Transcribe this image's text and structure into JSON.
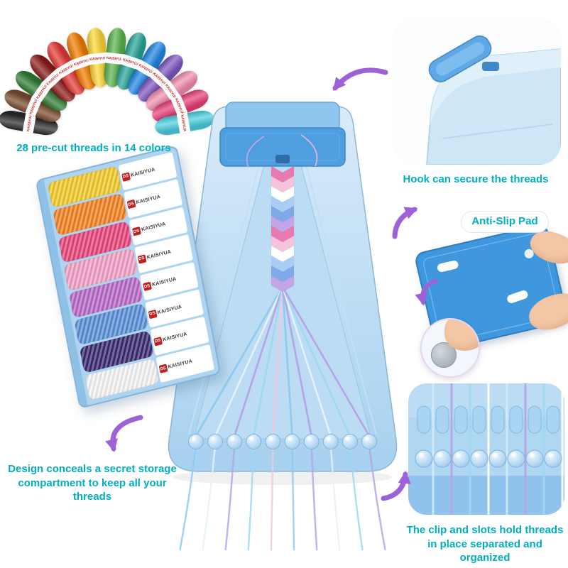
{
  "captions": {
    "threads": "28 pre-cut threads in 14 colors",
    "hook": "Hook can secure the threads",
    "antislip": "Anti-Slip Pad",
    "storage": "Design conceals a secret storage compartment to keep all your threads",
    "clip": "The clip and slots hold threads in place separated and organized"
  },
  "brand": {
    "label": "KAISIYUA",
    "logo": "DS"
  },
  "icons": {
    "arrow": "curved-arrow",
    "arrow_color": "#9d62d8"
  },
  "colors": {
    "caption_text": "#00aec0",
    "arrow": "#9d62d8",
    "board_light": "#d4e9f8",
    "board_deep": "#abd4f0",
    "clip_blue": "#4f9fe0",
    "peg": "#aed7f3",
    "back_board": "#3f97dd",
    "tray": "#aed4ef"
  },
  "fan": {
    "count": 14,
    "colors": [
      "#2b2b2b",
      "#7a4a2f",
      "#2e7d32",
      "#8e1b1b",
      "#e53935",
      "#f57c00",
      "#fdd835",
      "#58b44c",
      "#26a69a",
      "#1e88e5",
      "#7e57c2",
      "#f48fb1",
      "#ec407a",
      "#4dd0e1"
    ]
  },
  "drawer": {
    "threads": [
      "#f2ca28",
      "#f58220",
      "#e8447a",
      "#f2a0c4",
      "#b868c8",
      "#5a8fd8",
      "#3a2a72",
      "#f4f4f4"
    ]
  },
  "board": {
    "peg_count": 10,
    "thread_colors": [
      "#8ec9f0",
      "#e4f2fb",
      "#b5a4e6",
      "#9fd8f0",
      "#f0c8de",
      "#8ec9f0",
      "#b5a4e6",
      "#e4f2fb",
      "#9fd8f0",
      "#b5a4e6"
    ],
    "bracelet_colors": [
      "#e87ab2",
      "#f5c3dc",
      "#ffffff",
      "#a9cdf3",
      "#7fa9e8",
      "#c3a4e6"
    ]
  },
  "clip_inset": {
    "peg_count": 8,
    "thread_colors": [
      "#cfe9f8",
      "#b5a4e6",
      "#9fd8f0",
      "#ffffff"
    ]
  }
}
